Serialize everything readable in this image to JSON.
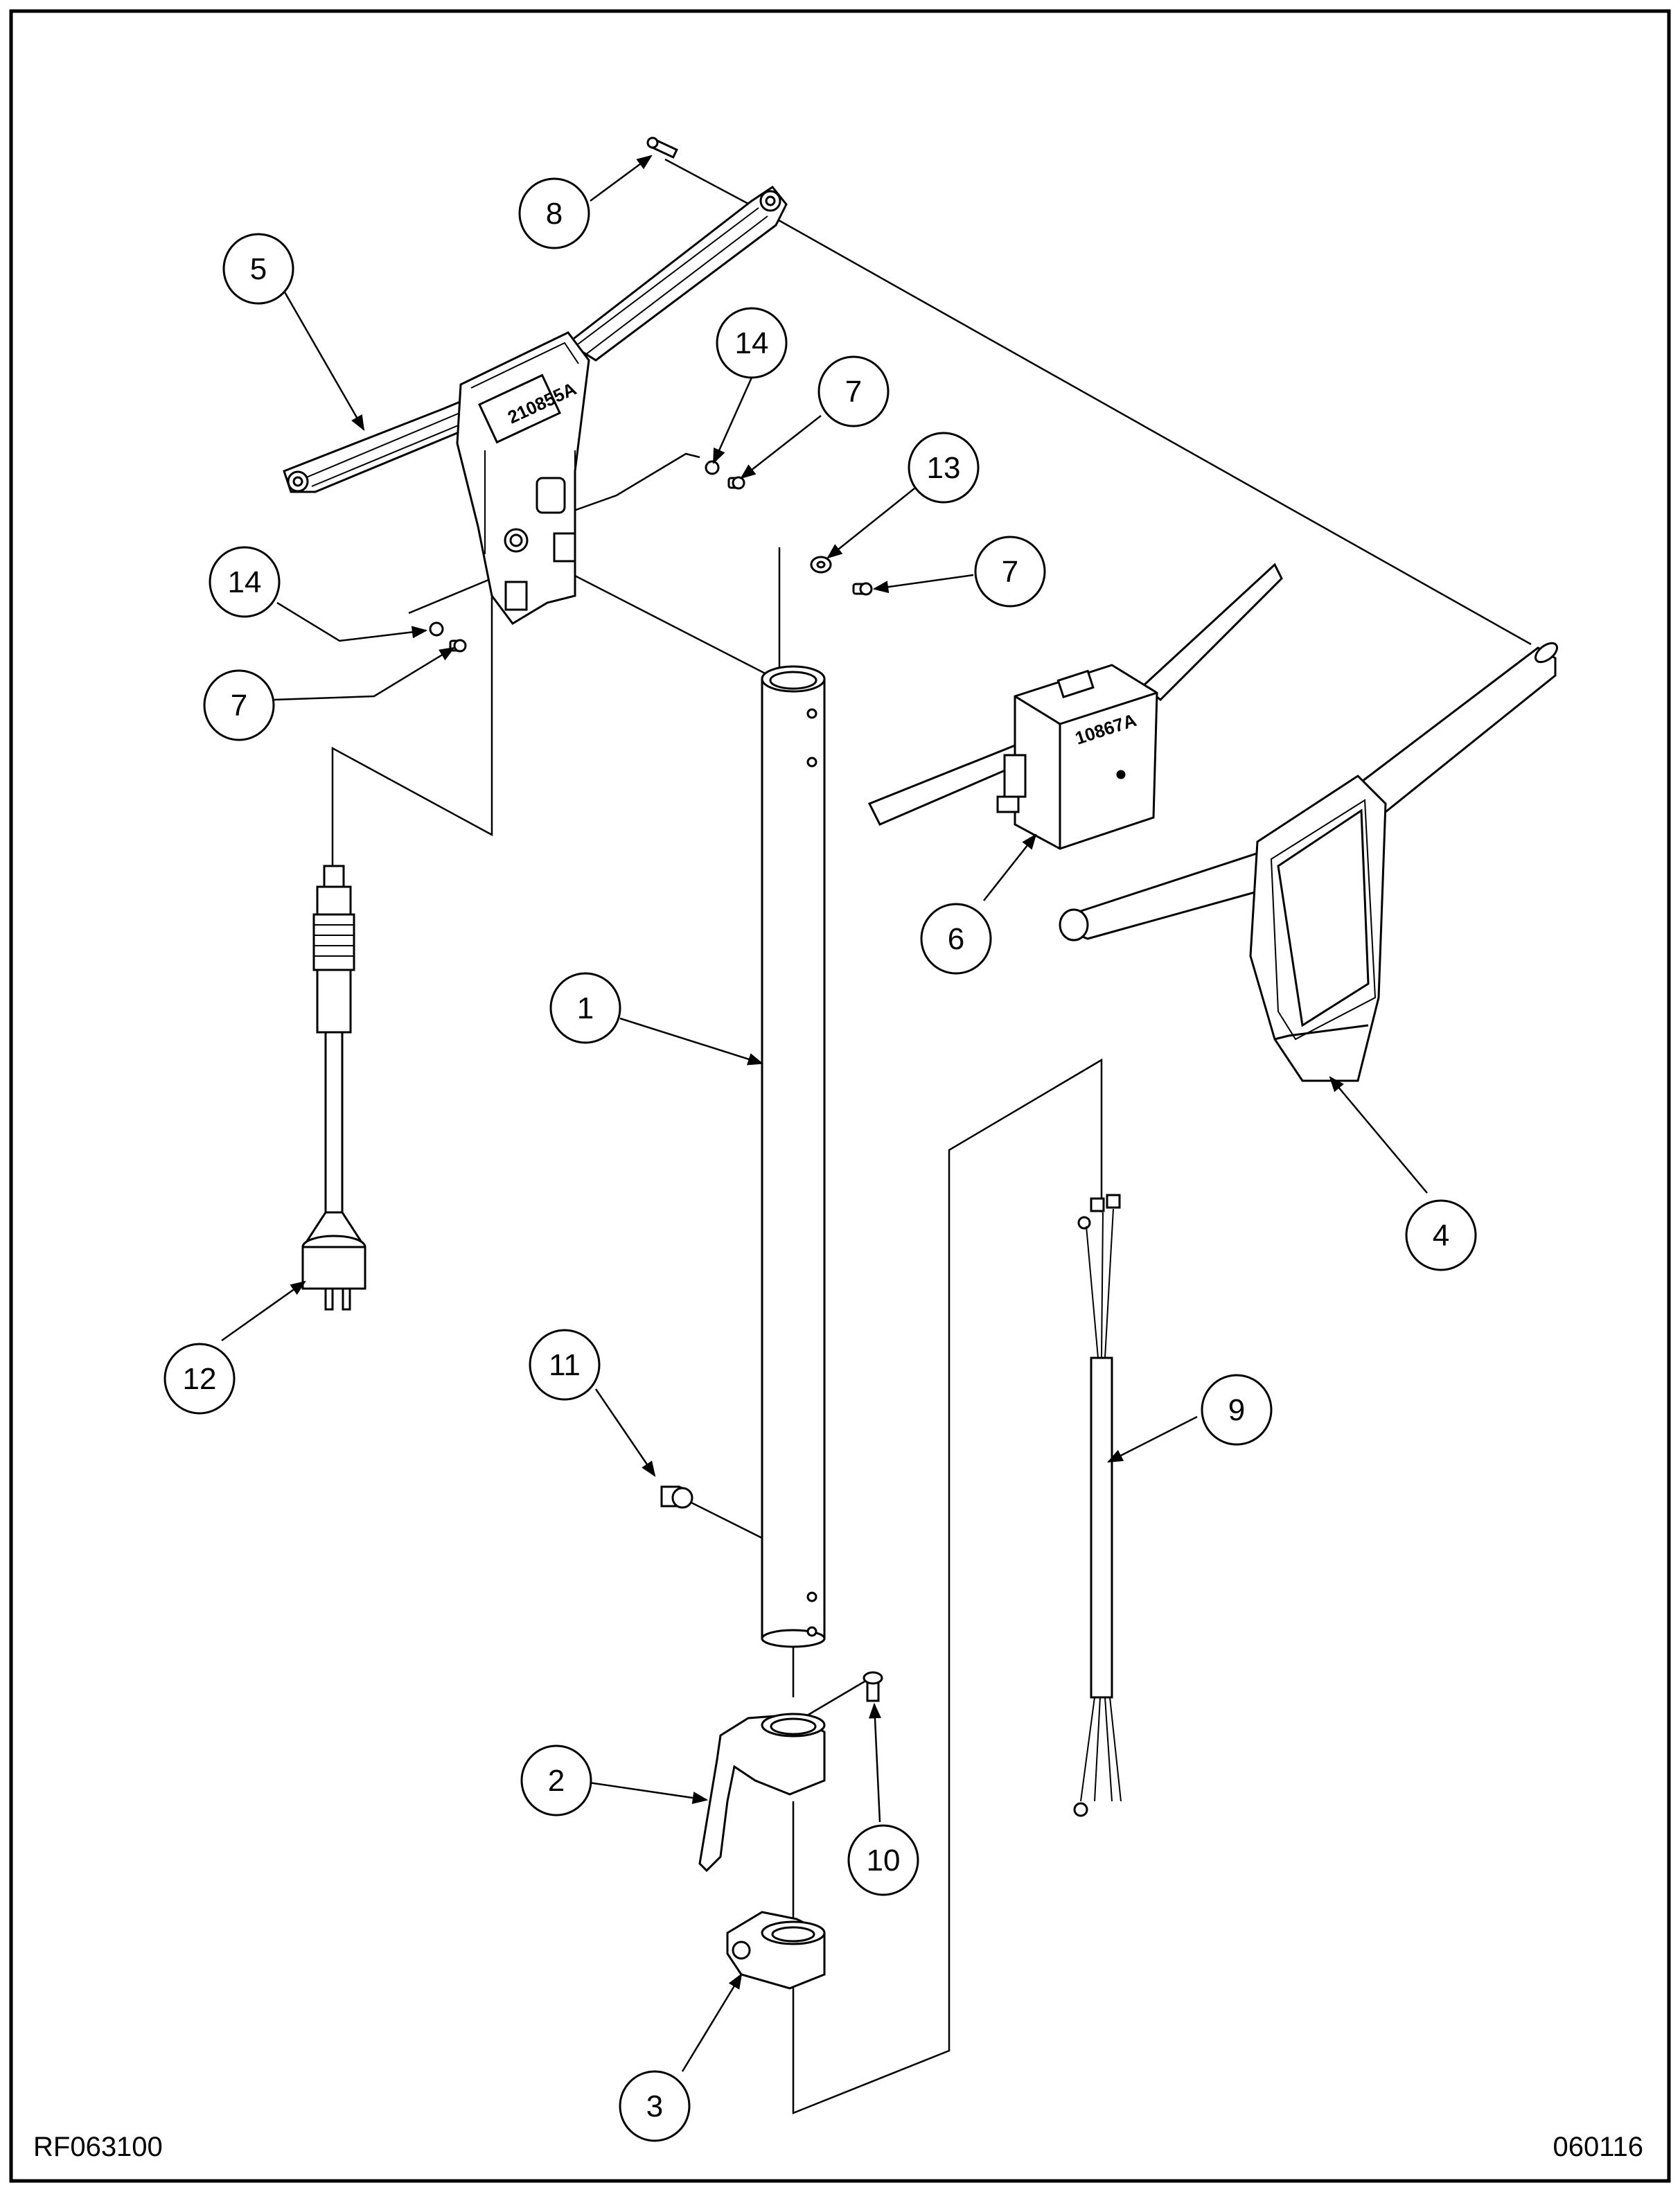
{
  "drawing": {
    "left_code": "RF063100",
    "right_code": "060116",
    "logo_text_switch": "10867A",
    "logo_text_frame": "210855A"
  },
  "balloons": [
    {
      "id": "1",
      "label": "1"
    },
    {
      "id": "2",
      "label": "2"
    },
    {
      "id": "3",
      "label": "3"
    },
    {
      "id": "4",
      "label": "4"
    },
    {
      "id": "5",
      "label": "5"
    },
    {
      "id": "6",
      "label": "6"
    },
    {
      "id": "7a",
      "label": "7"
    },
    {
      "id": "7b",
      "label": "7"
    },
    {
      "id": "7c",
      "label": "7"
    },
    {
      "id": "8",
      "label": "8"
    },
    {
      "id": "9",
      "label": "9"
    },
    {
      "id": "10",
      "label": "10"
    },
    {
      "id": "11",
      "label": "11"
    },
    {
      "id": "12",
      "label": "12"
    },
    {
      "id": "13",
      "label": "13"
    },
    {
      "id": "14a",
      "label": "14"
    },
    {
      "id": "14b",
      "label": "14"
    }
  ]
}
